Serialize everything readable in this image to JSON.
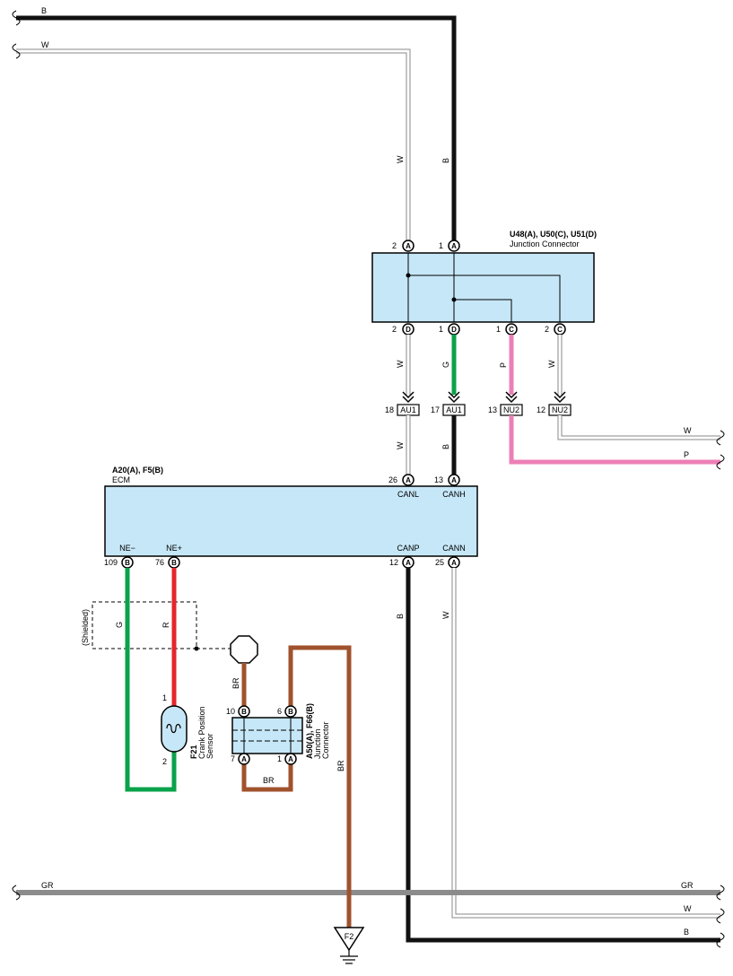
{
  "colors": {
    "B": "#111111",
    "W_outer": "#8a8a8a",
    "G": "#0aa24a",
    "R": "#e4262b",
    "P": "#ec7fb6",
    "BR": "#a0522d",
    "GR": "#8c8c8c",
    "box_fill": "#c6e7f7"
  },
  "wire_colors": {
    "B": "B",
    "W": "W",
    "G": "G",
    "R": "R",
    "P": "P",
    "BR": "BR",
    "GR": "GR"
  },
  "junction_connector": {
    "id": "U48(A), U50(C), U51(D)",
    "name": "Junction Connector",
    "pins": [
      {
        "num": "2",
        "conn": "A"
      },
      {
        "num": "1",
        "conn": "A"
      },
      {
        "num": "2",
        "conn": "D"
      },
      {
        "num": "1",
        "conn": "D"
      },
      {
        "num": "1",
        "conn": "C"
      },
      {
        "num": "2",
        "conn": "C"
      }
    ]
  },
  "inline_connectors": [
    {
      "pin": "18",
      "name": "AU1"
    },
    {
      "pin": "17",
      "name": "AU1"
    },
    {
      "pin": "13",
      "name": "NU2"
    },
    {
      "pin": "12",
      "name": "NU2"
    }
  ],
  "ecm": {
    "id": "A20(A), F5(B)",
    "name": "ECM",
    "top_pins": [
      {
        "num": "26",
        "conn": "A",
        "signal": "CANL"
      },
      {
        "num": "13",
        "conn": "A",
        "signal": "CANH"
      }
    ],
    "bottom_pins": [
      {
        "num": "109",
        "conn": "B",
        "signal": "NE−"
      },
      {
        "num": "76",
        "conn": "B",
        "signal": "NE+"
      },
      {
        "num": "12",
        "conn": "A",
        "signal": "CANP"
      },
      {
        "num": "25",
        "conn": "A",
        "signal": "CANN"
      }
    ]
  },
  "shielded_label": "(Shielded)",
  "sensor": {
    "id": "F21",
    "name_line1": "Crank Position",
    "name_line2": "Sensor",
    "pin1": "1",
    "pin2": "2"
  },
  "junction_connector2": {
    "id": "A50(A), F66(B)",
    "name_line1": "Junction",
    "name_line2": "Connector",
    "pins": [
      {
        "num": "10",
        "conn": "B"
      },
      {
        "num": "6",
        "conn": "B"
      },
      {
        "num": "7",
        "conn": "A"
      },
      {
        "num": "1",
        "conn": "A"
      }
    ]
  },
  "ground": {
    "id": "F2"
  }
}
